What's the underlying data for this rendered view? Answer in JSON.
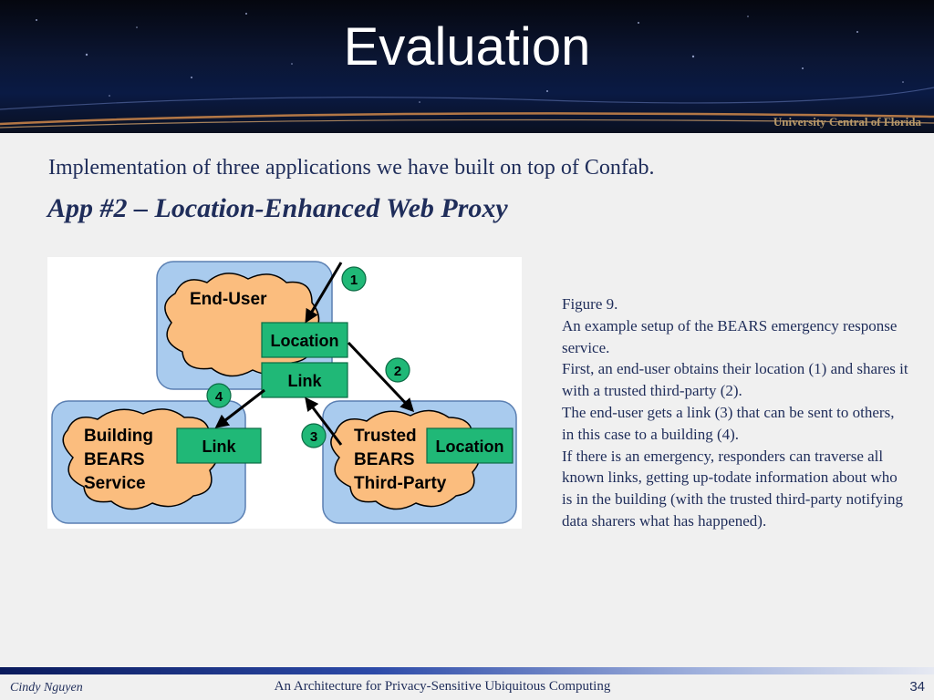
{
  "slide": {
    "title": "Evaluation",
    "institution": "University Central of Florida",
    "subtitle": "Implementation of three applications we have built on top of Confab.",
    "app_title": "App #2 – Location-Enhanced Web Proxy"
  },
  "diagram": {
    "end_user": "End-User",
    "building": [
      "Building",
      "BEARS",
      "Service"
    ],
    "trusted": [
      "Trusted",
      "BEARS",
      "Third-Party"
    ],
    "location_label": "Location",
    "link_label": "Link",
    "steps": [
      "1",
      "2",
      "3",
      "4"
    ]
  },
  "caption": {
    "lines": [
      "Figure 9.",
      "An example setup of the BEARS emergency response service.",
      "First, an end-user obtains their location (1) and shares it with a trusted third-party (2).",
      "The end-user gets a link (3) that can be sent to others, in this case to a building (4).",
      "If there is an emergency, responders can traverse all known links, getting up-todate information about who is in the building (with the trusted third-party notifying data sharers what has happened)."
    ]
  },
  "footer": {
    "author": "Cindy Nguyen",
    "presentation": "An Architecture for Privacy-Sensitive Ubiquitous Computing",
    "page": "34"
  }
}
